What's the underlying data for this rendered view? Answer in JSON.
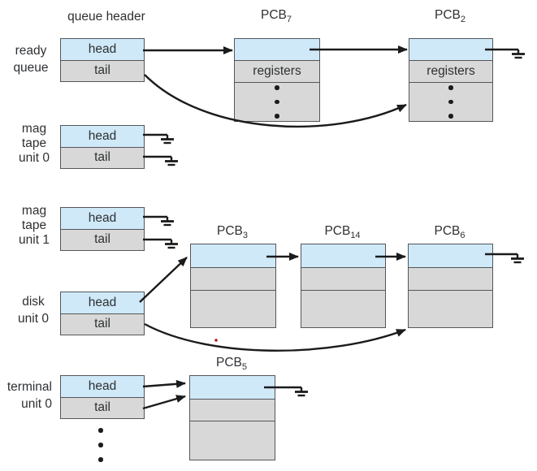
{
  "labels": {
    "queue_header": "queue header"
  },
  "queues": [
    {
      "name_lines": [
        "ready",
        "queue"
      ],
      "head": "head",
      "tail": "tail"
    },
    {
      "name_lines": [
        "mag",
        "tape",
        "unit 0"
      ],
      "head": "head",
      "tail": "tail"
    },
    {
      "name_lines": [
        "mag",
        "tape",
        "unit 1"
      ],
      "head": "head",
      "tail": "tail"
    },
    {
      "name_lines": [
        "disk",
        "unit 0"
      ],
      "head": "head",
      "tail": "tail"
    },
    {
      "name_lines": [
        "terminal",
        "unit 0"
      ],
      "head": "head",
      "tail": "tail"
    }
  ],
  "pcbs": [
    {
      "base": "PCB",
      "sub": "7",
      "row2": "registers"
    },
    {
      "base": "PCB",
      "sub": "2",
      "row2": "registers"
    },
    {
      "base": "PCB",
      "sub": "3",
      "row2": ""
    },
    {
      "base": "PCB",
      "sub": "14",
      "row2": ""
    },
    {
      "base": "PCB",
      "sub": "6",
      "row2": ""
    },
    {
      "base": "PCB",
      "sub": "5",
      "row2": ""
    }
  ],
  "icons": {
    "null_pointer": "electrical-ground-symbol",
    "ellipsis": "vertical-dots"
  },
  "colors": {
    "cell-blue": "#cfe9f8",
    "cell-gray": "#d7d8d7",
    "line": "#1b1b1c",
    "border": "#54565b",
    "text": "#2e3033",
    "red-dot": "#b11116",
    "bg": "#ffffff"
  }
}
